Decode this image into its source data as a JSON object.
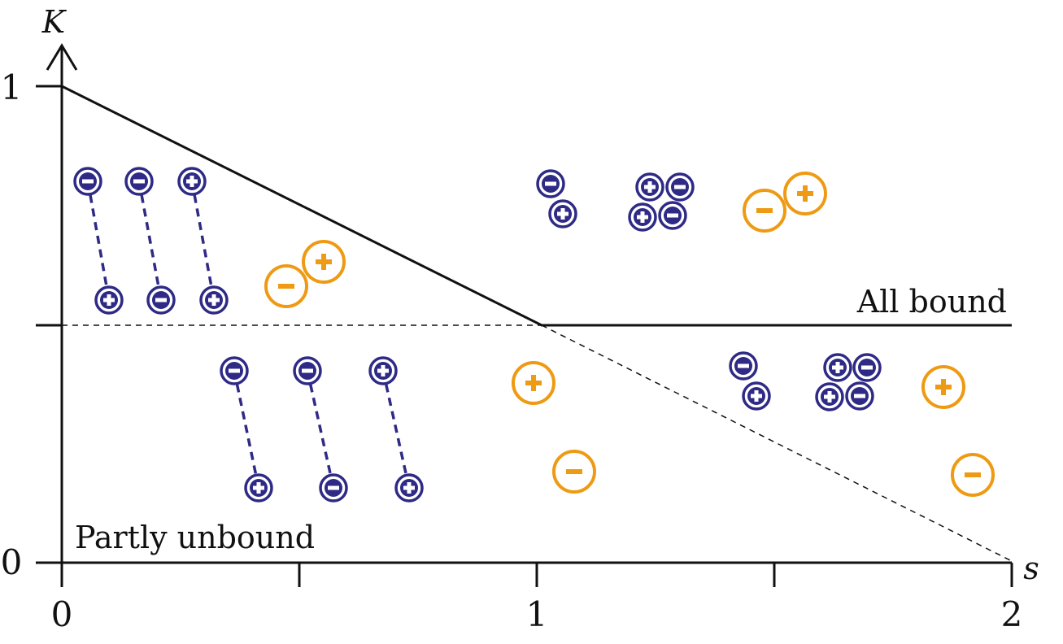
{
  "axes": {
    "y_var": "K",
    "x_var": "s",
    "y_ticks": [
      "1",
      "0"
    ],
    "x_ticks": [
      "0",
      "1",
      "2"
    ]
  },
  "regions": {
    "upper": "All bound",
    "lower": "Partly unbound"
  },
  "colors": {
    "ink": "#111111",
    "bound_ion": "#2e2a85",
    "free_ion": "#ee9a12"
  },
  "ion_symbols": {
    "plus": "+",
    "minus": "−"
  }
}
